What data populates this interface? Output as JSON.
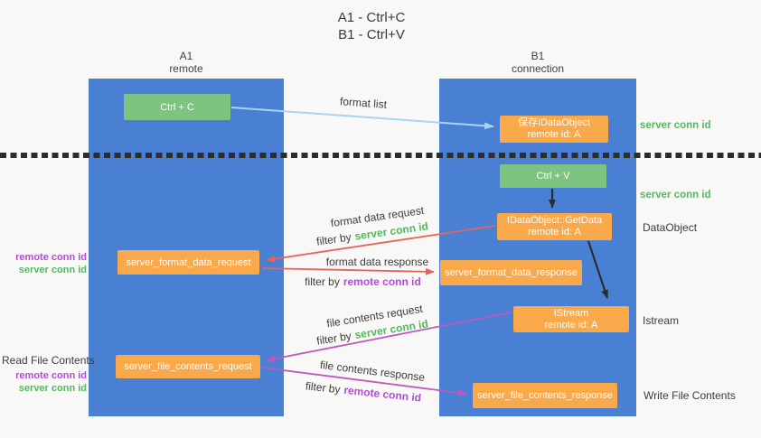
{
  "title": {
    "line1": "A1 - Ctrl+C",
    "line2": "B1 - Ctrl+V"
  },
  "columns": {
    "a": {
      "name": "A1",
      "role": "remote"
    },
    "b": {
      "name": "B1",
      "role": "connection"
    }
  },
  "boxes": {
    "ctrl_c": {
      "label": "Ctrl + C"
    },
    "save_dataobject": {
      "line1": "保存IDataObject",
      "line2": "remote id: A"
    },
    "ctrl_v": {
      "label": "Ctrl + V"
    },
    "getdata": {
      "line1": "IDataObject::GetData",
      "line2": "remote id: A"
    },
    "format_request": {
      "label": "server_format_data_request"
    },
    "format_response": {
      "label": "server_format_data_response"
    },
    "istream": {
      "line1": "IStream",
      "line2": "remote id: A"
    },
    "file_request": {
      "label": "server_file_contents_request"
    },
    "file_response": {
      "label": "server_file_contents_response"
    }
  },
  "arrow_labels": {
    "format_list": "format list",
    "format_data_request": "format data request",
    "format_data_response": "format data response",
    "file_contents_request": "file contents request",
    "file_contents_response": "file contents response",
    "filter_by": "filter by",
    "server_conn_id": "server conn id",
    "remote_conn_id": "remote conn id"
  },
  "side_labels": {
    "server_conn_id_top": "server conn id",
    "server_conn_id_mid": "server conn id",
    "dataobject": "DataObject",
    "istream": "Istream",
    "write_file_contents": "Write File Contents",
    "read_file_contents": "Read File Contents",
    "remote_conn_id": "remote conn id",
    "server_conn_id": "server conn id"
  },
  "colors": {
    "column_blue": "#4a80d4",
    "box_green": "#7cc47f",
    "box_orange": "#f9a84a",
    "label_green": "#55b85f",
    "label_purple": "#b14ed2",
    "arrow_red": "#e8625a",
    "arrow_magenta": "#c156c1",
    "arrow_blue": "#a9d3f2",
    "arrow_black": "#2d2d2d",
    "text_dark": "#3f3f3f",
    "background": "#f8f8f6"
  }
}
